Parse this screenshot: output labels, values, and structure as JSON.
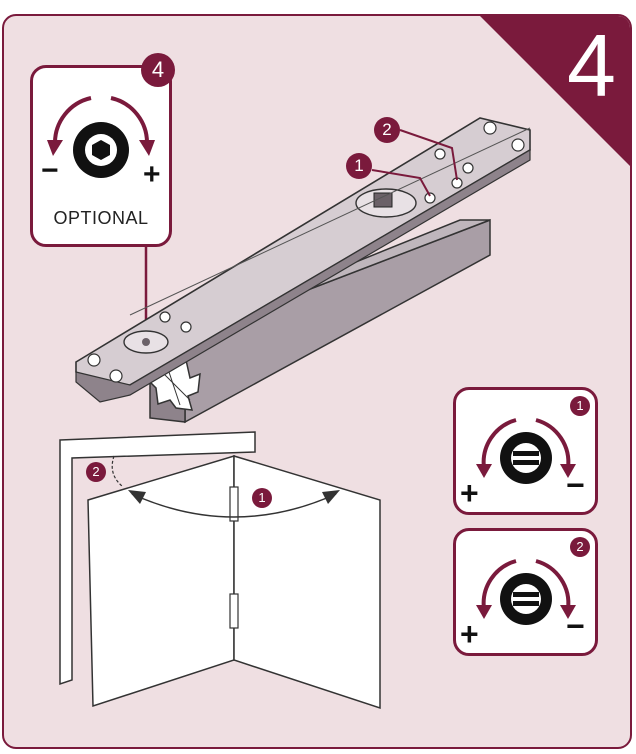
{
  "step": {
    "number": "4"
  },
  "optional_box": {
    "badge": "4",
    "label": "OPTIONAL",
    "minus": "−",
    "plus": "+"
  },
  "callouts": {
    "one": "1",
    "two": "2"
  },
  "door": {
    "angle_badge": "1",
    "gap_badge": "2"
  },
  "adjust_one": {
    "badge": "1",
    "plus": "+",
    "minus": "−"
  },
  "adjust_two": {
    "badge": "2",
    "plus": "+",
    "minus": "−"
  },
  "colors": {
    "accent": "#7a1a3c",
    "panel": "#efdfe2",
    "metal": "#a99ea6"
  }
}
